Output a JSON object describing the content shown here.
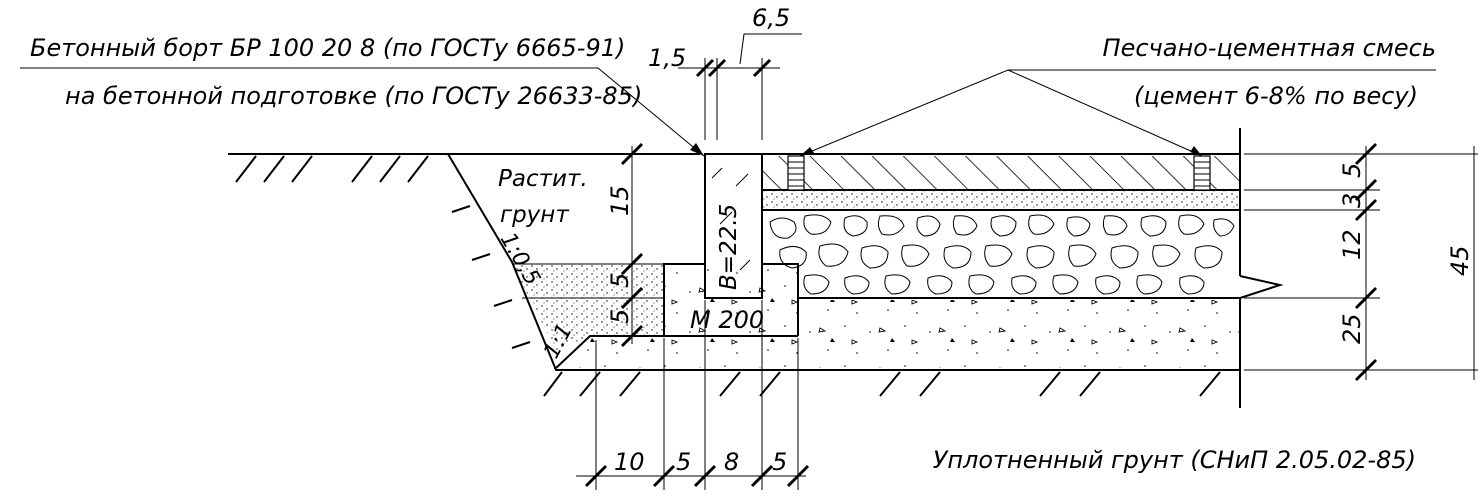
{
  "callouts": {
    "curb_line1": "Бетонный борт БР 100 20 8 (по ГОСТу 6665-91)",
    "curb_line2": "на бетонной подготовке (по ГОСТу 26633-85)",
    "mix_line1": "Песчано-цементная смесь",
    "mix_line2": "(цемент 6-8% по весу)",
    "compacted": "Уплотненный грунт (СНиП 2.05.02-85)",
    "topsoil_line1": "Растит.",
    "topsoil_line2": "грунт"
  },
  "slopes": {
    "upper": "1:0,5",
    "lower": "1:1"
  },
  "curb": {
    "height": "В=22.5",
    "concrete": "М 200"
  },
  "dims": {
    "top_a": "1,5",
    "top_b": "6,5",
    "left_15": "15",
    "left_5a": "5",
    "left_5b": "5",
    "right_5": "5",
    "right_3": "3",
    "right_12": "12",
    "right_25": "25",
    "total_45": "45",
    "bot_10": "10",
    "bot_5a": "5",
    "bot_8": "8",
    "bot_5b": "5"
  }
}
